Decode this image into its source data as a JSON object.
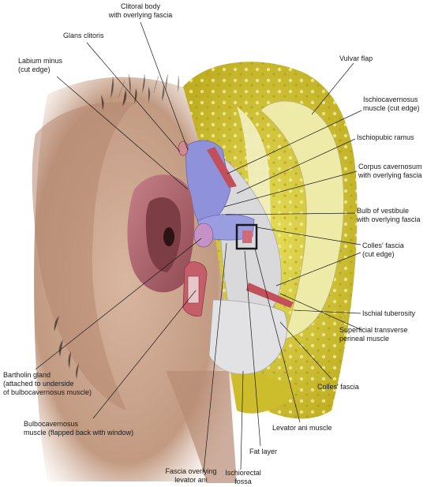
{
  "labels": {
    "clitoral_body": [
      "Clitoral body",
      "with overlying fascia"
    ],
    "glans_clitoris": [
      "Glans clitoris"
    ],
    "labium_minus": [
      "Labium minus",
      "(cut edge)"
    ],
    "vulvar_flap": [
      "Vulvar flap"
    ],
    "ischiocavernosus": [
      "Ischiocavernosus",
      "muscle (cut edge)"
    ],
    "ischiopubic_ramus": [
      "Ischiopubic ramus"
    ],
    "corpus_cavernosum": [
      "Corpus cavernosum",
      "with overlying fascia"
    ],
    "bulb_of_vestibule": [
      "Bulb of vestibule",
      "with overlying fascia"
    ],
    "colles_fascia_cut": [
      "Colles' fascia",
      "(cut edge)"
    ],
    "ischial_tuberosity": [
      "Ischial tuberosity"
    ],
    "superficial_transverse": [
      "Superficial transverse",
      "perineal muscle"
    ],
    "colles_fascia": [
      "Colles' fascia"
    ],
    "bartholin_gland": [
      "Bartholin gland",
      "(attached to underside",
      "of bulbocavernosus muscle)"
    ],
    "bulbocavernosus": [
      "Bulbocavernosus",
      "muscle (flapped back with window)"
    ],
    "levator_ani": [
      "Levator ani muscle"
    ],
    "fat_layer": [
      "Fat layer"
    ],
    "fascia_levator": [
      "Fascia overlying",
      "levator ani"
    ],
    "ischiorectal_fossa": [
      "Ischiorectal",
      "fossa"
    ]
  },
  "colors": {
    "skin": "#c9a48d",
    "skin_shadow": "#a87d66",
    "hair": "#9a8470",
    "fat_yellow": "#d8cc3a",
    "fat_highlight": "#eee98a",
    "muscle_red": "#b8505a",
    "fascia_blue": "#8c8ed6",
    "fascia_gray": "#d6d6d8",
    "vulva_pink": "#b06c74",
    "leader_line": "#1a1a1a"
  }
}
